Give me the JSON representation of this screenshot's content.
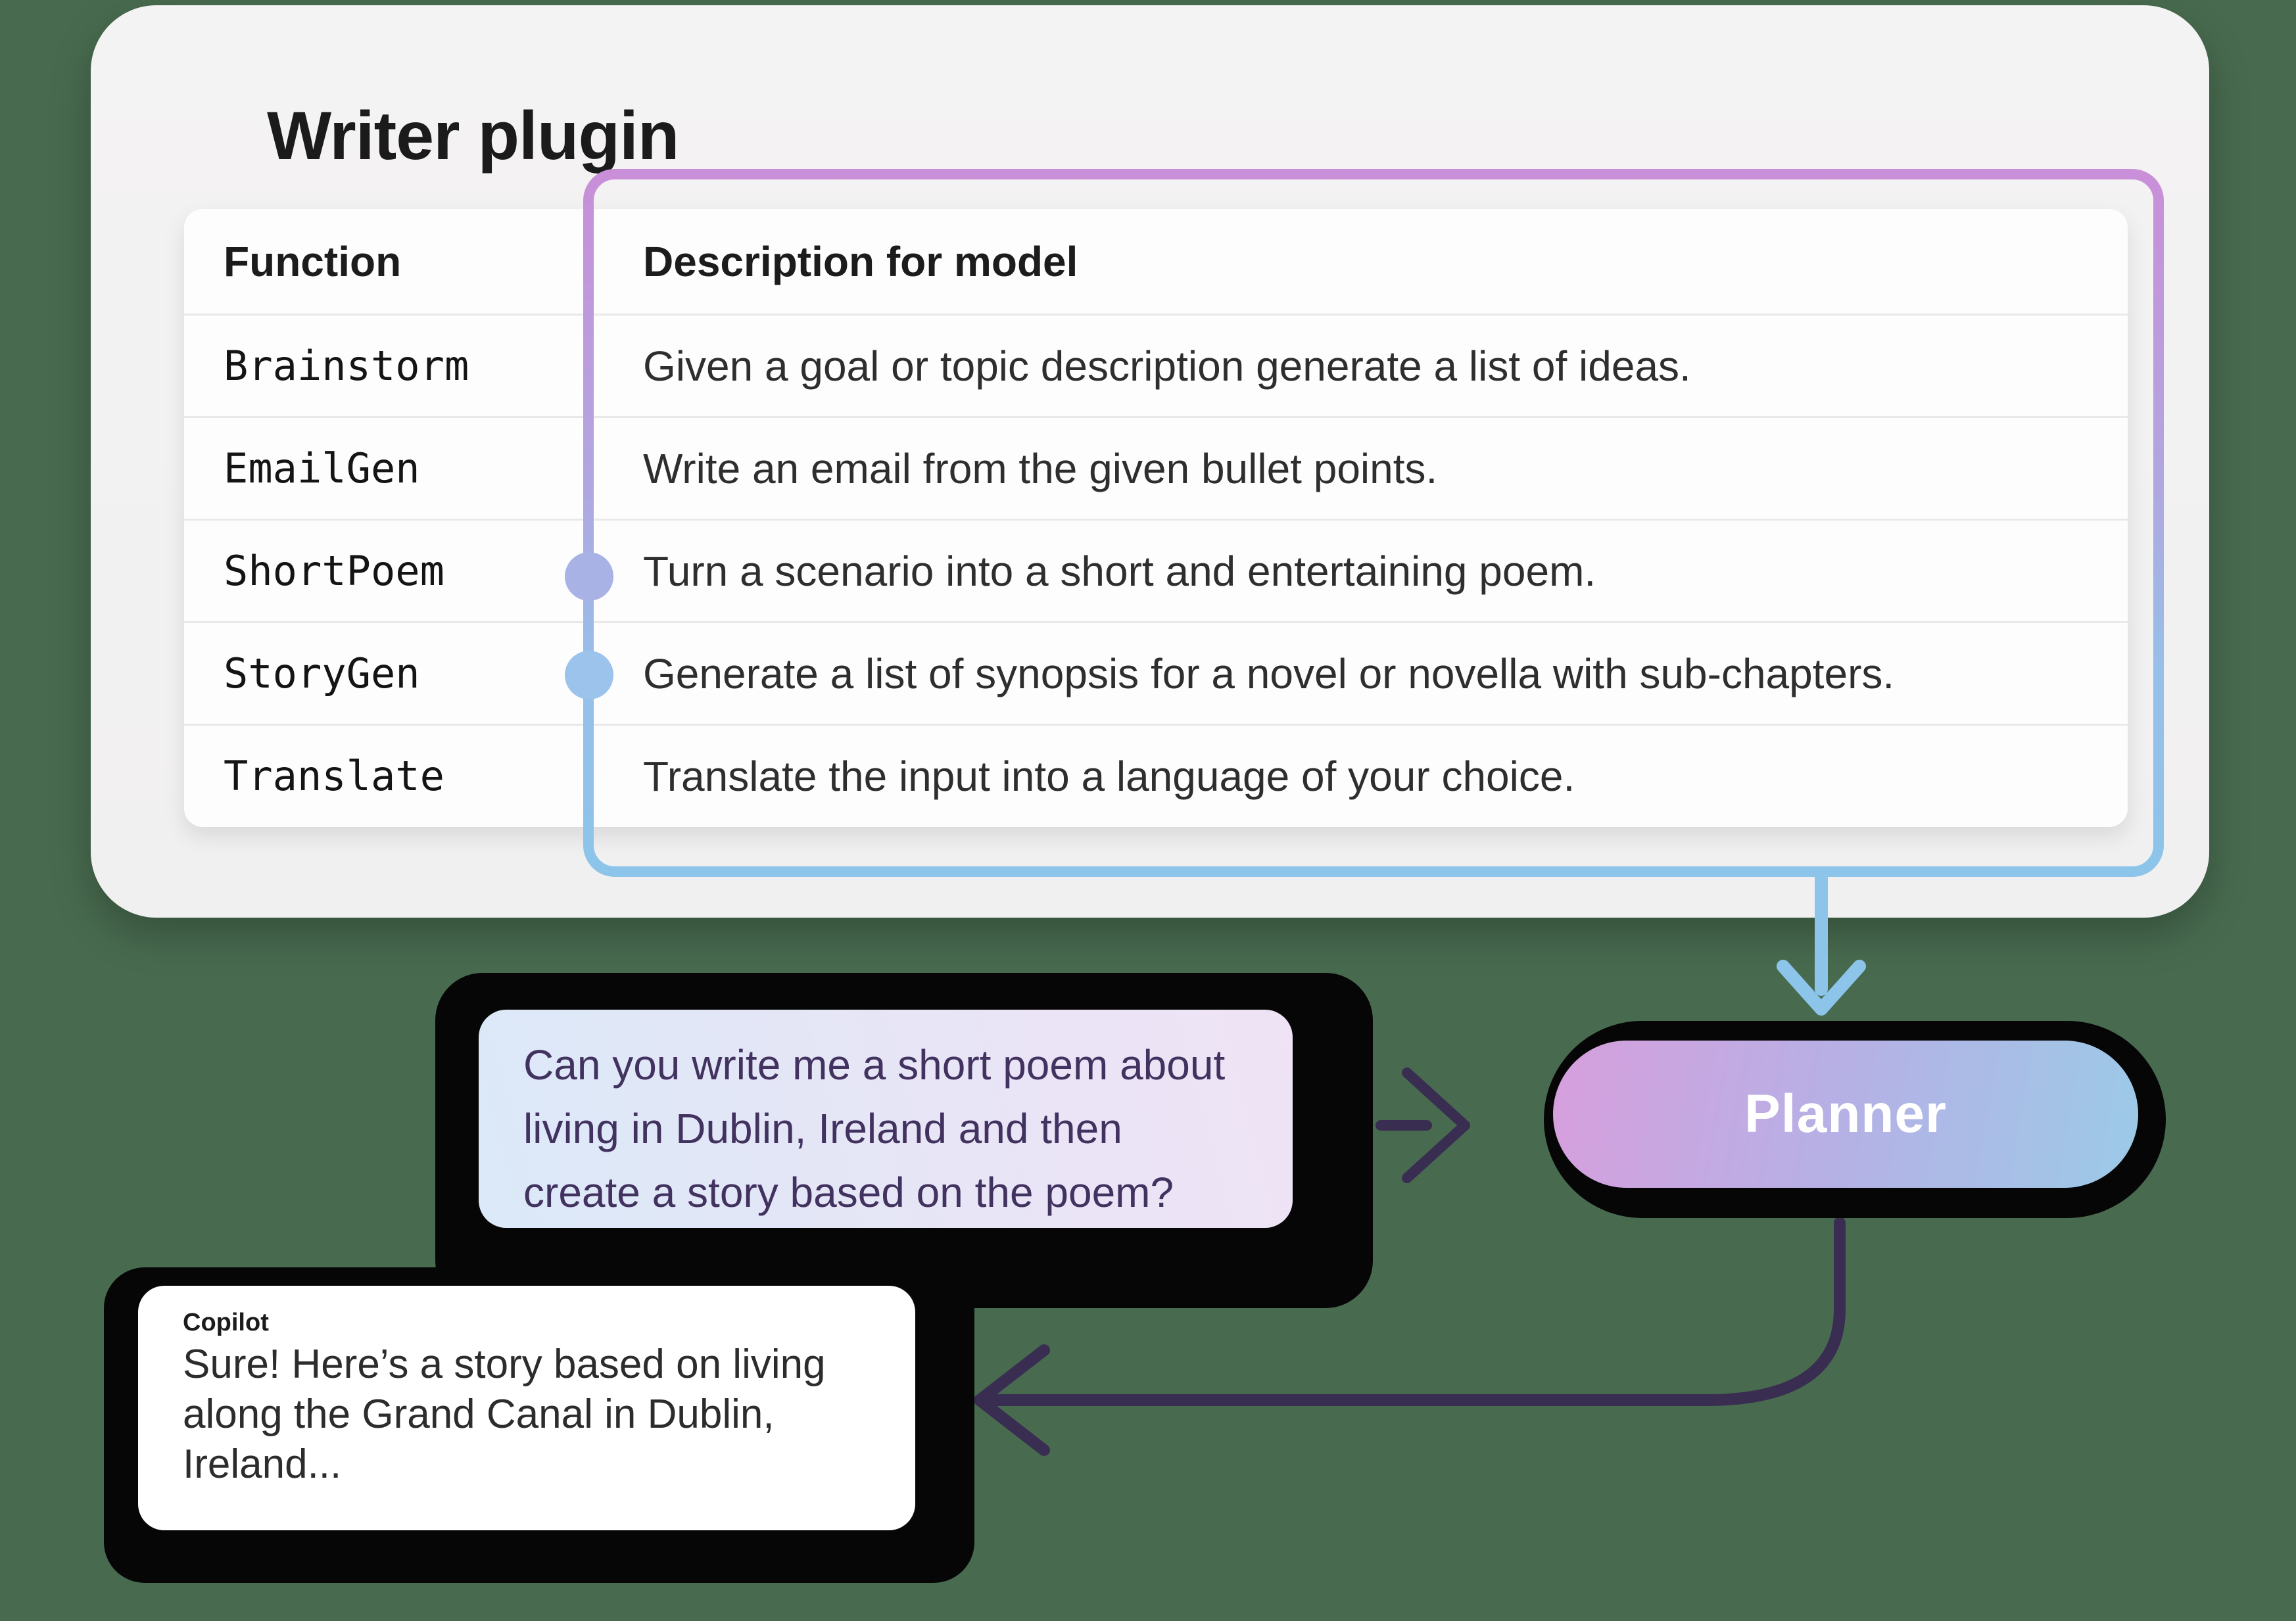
{
  "title": "Writer plugin",
  "table": {
    "headers": {
      "function": "Function",
      "description": "Description for model"
    },
    "rows": [
      {
        "function": "Brainstorm",
        "description": "Given a goal or topic description generate a list of ideas."
      },
      {
        "function": "EmailGen",
        "description": "Write an email from the given bullet points."
      },
      {
        "function": "ShortPoem",
        "description": "Turn a scenario into a short and entertaining poem."
      },
      {
        "function": "StoryGen",
        "description": "Generate a list of synopsis for a novel or novella with sub-chapters."
      },
      {
        "function": "Translate",
        "description": "Translate the input into a language of your choice."
      }
    ],
    "highlighted_functions": [
      "ShortPoem",
      "StoryGen"
    ]
  },
  "planner": {
    "label": "Planner"
  },
  "user_bubble": {
    "text": "Can you write me a short poem about living in Dublin, Ireland and then create a story based on the poem?",
    "lines": [
      "Can you write me a short poem about",
      "living in Dublin, Ireland and then",
      "create a story based on the poem?"
    ]
  },
  "copilot_bubble": {
    "sender": "Copilot",
    "text": "Sure! Here’s a story based on living along the Grand Canal in Dublin, Ireland...",
    "lines": [
      "Sure! Here’s a story based on living",
      "along the Grand Canal in Dublin,",
      "Ireland..."
    ]
  },
  "colors": {
    "bg-green": "#486B4F",
    "card-gray": "#f3f2f2",
    "table-white": "#fdfdfd",
    "divider": "#e9e9e9",
    "text-dark": "#1b1b1b",
    "text-body": "#2e2e2e",
    "border-purple": "#c98fd8",
    "border-blue": "#8cc4ea",
    "dot-lavender": "#a9b2e5",
    "dot-blue": "#9bc3ec",
    "planner-pink": "#d79fdd",
    "planner-blue": "#9ccae7",
    "bubble-blue": "#dbe9f8",
    "bubble-pink": "#efe3f5",
    "bubble-text": "#42325f",
    "arrow-dark": "#3a2d52",
    "shadow-black": "#060606"
  }
}
